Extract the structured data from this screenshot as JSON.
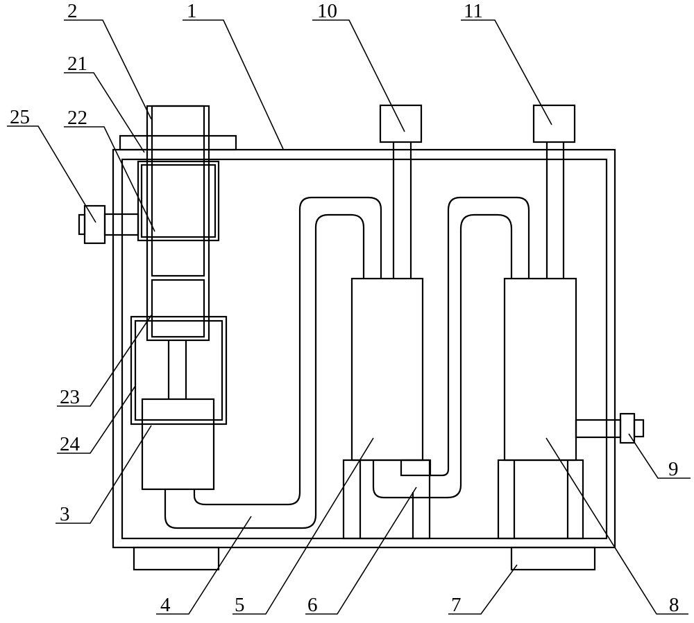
{
  "labels": {
    "l1": "1",
    "l2": "2",
    "l21": "21",
    "l22": "22",
    "l25": "25",
    "l10": "10",
    "l11": "11",
    "l23": "23",
    "l24": "24",
    "l9": "9",
    "l3": "3",
    "l4": "4",
    "l5": "5",
    "l6": "6",
    "l7": "7",
    "l8": "8"
  },
  "colors": {
    "line": "#000000",
    "background": "#ffffff"
  }
}
